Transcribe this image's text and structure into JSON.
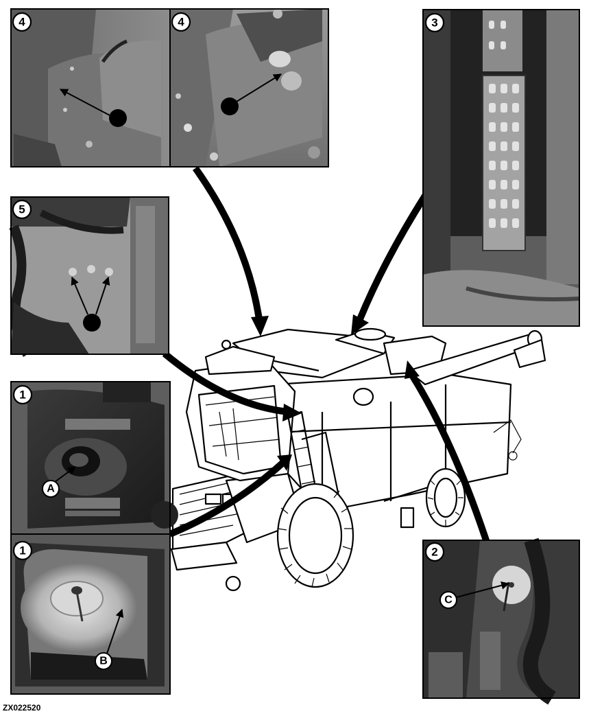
{
  "figure_id": "ZX022520",
  "panels": [
    {
      "id": "4a",
      "number": "4"
    },
    {
      "id": "4b",
      "number": "4"
    },
    {
      "id": "3",
      "number": "3"
    },
    {
      "id": "5",
      "number": "5"
    },
    {
      "id": "1a",
      "number": "1",
      "callout": "A"
    },
    {
      "id": "1b",
      "number": "1",
      "callout": "B"
    },
    {
      "id": "2",
      "number": "2",
      "callout": "C"
    }
  ],
  "icons": {
    "grease_point": "grease-gun-icon"
  }
}
